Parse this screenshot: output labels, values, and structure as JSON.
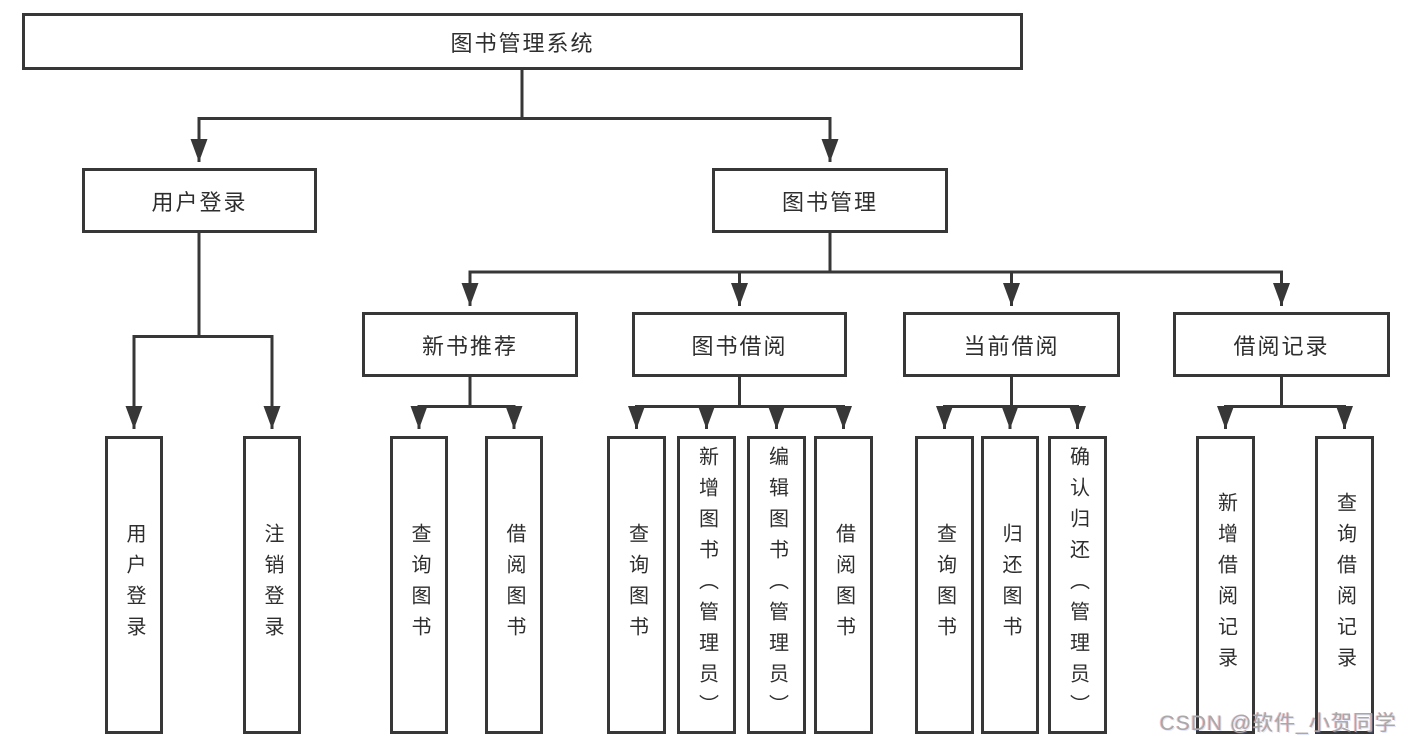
{
  "colors": {
    "line": "#373737",
    "box_border": "#373737",
    "text": "#2e2e2e",
    "background": "#ffffff",
    "watermark": "#a8a8a8"
  },
  "root": {
    "label": "图书管理系统"
  },
  "branches": [
    {
      "label": "用户登录",
      "children": [
        {
          "label": "用户登录"
        },
        {
          "label": "注销登录"
        }
      ]
    },
    {
      "label": "图书管理",
      "children": [
        {
          "label": "新书推荐",
          "children": [
            {
              "label": "查询图书"
            },
            {
              "label": "借阅图书"
            }
          ]
        },
        {
          "label": "图书借阅",
          "children": [
            {
              "label": "查询图书"
            },
            {
              "label": "新增图书（管理员）"
            },
            {
              "label": "编辑图书（管理员）"
            },
            {
              "label": "借阅图书"
            }
          ]
        },
        {
          "label": "当前借阅",
          "children": [
            {
              "label": "查询图书"
            },
            {
              "label": "归还图书"
            },
            {
              "label": "确认归还（管理员）"
            }
          ]
        },
        {
          "label": "借阅记录",
          "children": [
            {
              "label": "新增借阅记录"
            },
            {
              "label": "查询借阅记录"
            }
          ]
        }
      ]
    }
  ],
  "watermark": {
    "text": "CSDN @软件_小贺同学"
  }
}
